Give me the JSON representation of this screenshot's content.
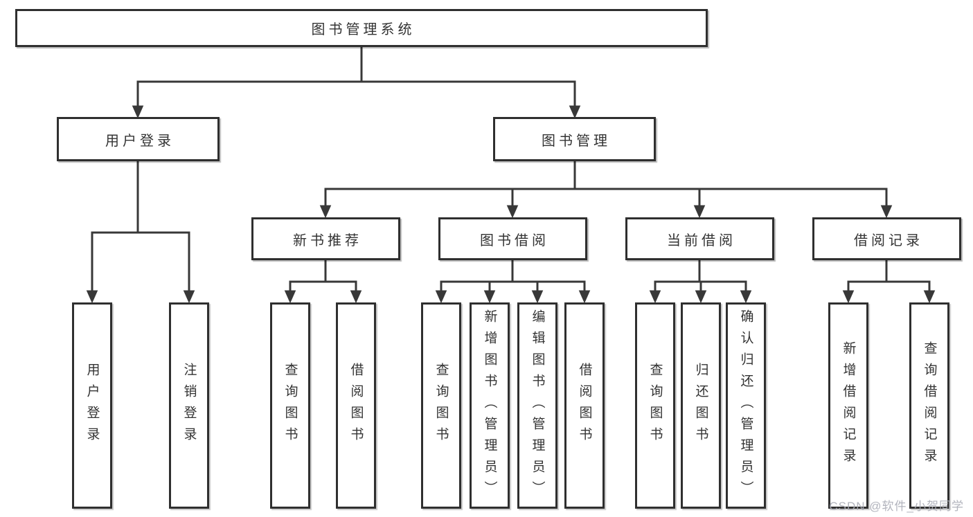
{
  "diagram": {
    "title": "图书管理系统",
    "level2": {
      "user_login": "用户登录",
      "book_mgmt": "图书管理"
    },
    "level3": {
      "new_books": "新书推荐",
      "book_borrow": "图书借阅",
      "current_borrow": "当前借阅",
      "borrow_records": "借阅记录"
    },
    "leaves": {
      "user_login": "用户登录",
      "logout": "注销登录",
      "nb_query_books": "查询图书",
      "nb_borrow_books": "借阅图书",
      "bb_query_books": "查询图书",
      "bb_add_books": "新增图书（管理员）",
      "bb_edit_books": "编辑图书（管理员）",
      "bb_borrow_books": "借阅图书",
      "cb_query_books": "查询图书",
      "cb_return_books": "归还图书",
      "cb_confirm_return": "确认归还（管理员）",
      "br_add_record": "新增借阅记录",
      "br_query_record": "查询借阅记录"
    }
  },
  "watermark": "CSDN @软件_小贺同学",
  "colors": {
    "line": "#383838",
    "box_border": "#2f2f2f",
    "box_fill": "#ffffff",
    "text": "#333333",
    "watermark": "#aaacb6"
  }
}
